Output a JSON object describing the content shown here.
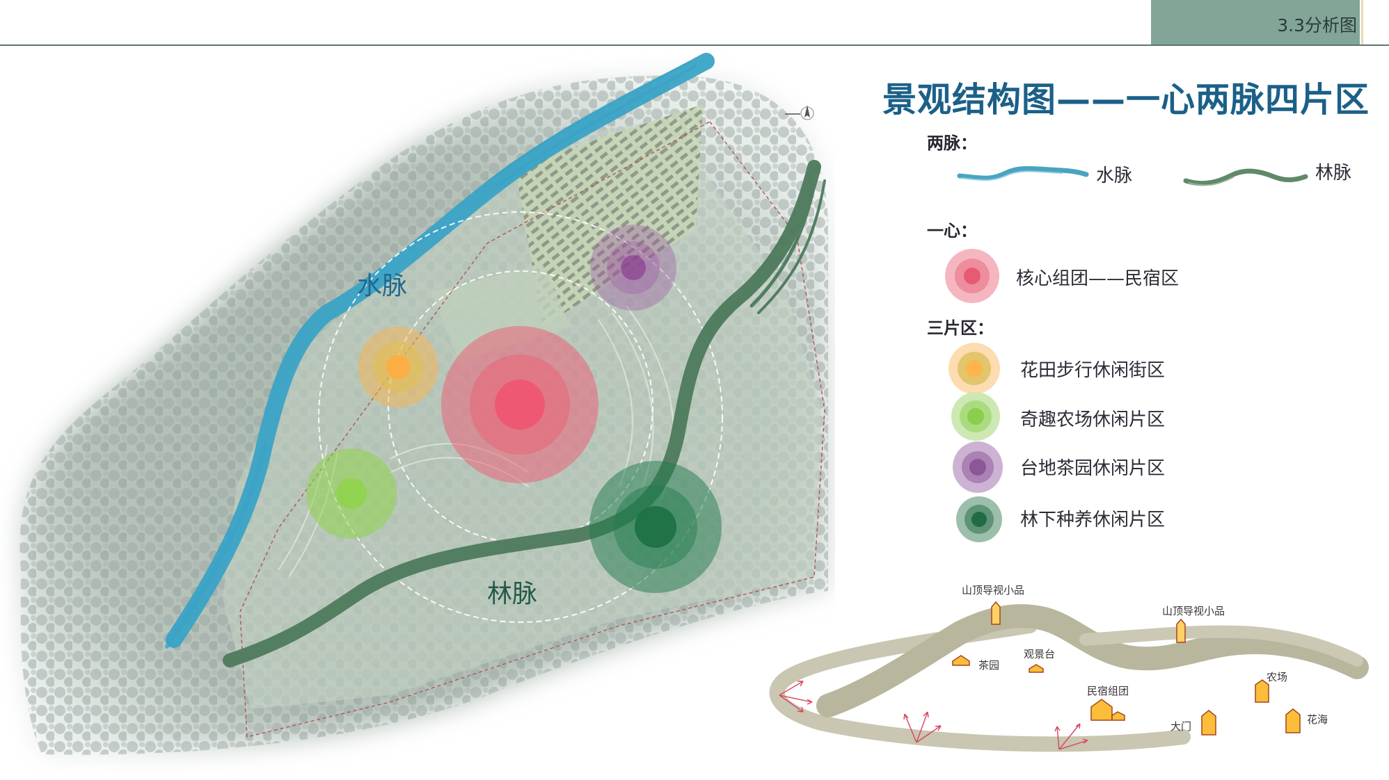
{
  "header": {
    "title": "3.3分析图",
    "tab_color": "#82a597",
    "line_color": "#5f7470"
  },
  "map": {
    "labels": {
      "water_vein": "水脉",
      "forest_vein": "林脉"
    },
    "colors": {
      "water": "#3aa3c6",
      "forest": "#4d7a5c",
      "core": "#f05a72",
      "flower": "#ffb443",
      "farm": "#8fd44a",
      "tea": "#9a4fa0",
      "forest_zone": "#1f7a4c",
      "boundary": "#b05a5a"
    },
    "compass": "north-arrow"
  },
  "legend": {
    "title": "景观结构图——一心两脉四片区",
    "title_color": "#1b6088",
    "two_veins": {
      "heading": "两脉：",
      "items": [
        {
          "label": "水脉",
          "color": "#4aa3c0"
        },
        {
          "label": "林脉",
          "color": "#5f8a68"
        }
      ]
    },
    "one_core": {
      "heading": "一心：",
      "items": [
        {
          "label": "核心组团——民宿区",
          "colors": [
            "#f5b6bf",
            "#ee8d9d",
            "#e85a72"
          ]
        }
      ]
    },
    "three_zones": {
      "heading": "三片区：",
      "items": [
        {
          "label": "花田步行休闲街区",
          "colors": [
            "#fcdcb0",
            "#e2c56c",
            "#fdb44a"
          ]
        },
        {
          "label": "奇趣农场休闲片区",
          "colors": [
            "#cde8b3",
            "#a9dc7f",
            "#8ccd4d"
          ]
        },
        {
          "label": "台地茶园休闲片区",
          "colors": [
            "#cdb3d3",
            "#ab82b5",
            "#8c5796"
          ]
        },
        {
          "label": "林下种养休闲片区",
          "colors": [
            "#9cbfab",
            "#5e9377",
            "#216b45"
          ]
        }
      ]
    }
  },
  "sketch": {
    "labels": {
      "summit_sign_1": "山顶导视小品",
      "summit_sign_2": "山顶导视小品",
      "tea_garden": "茶园",
      "viewing_platform": "观景台",
      "homestay_cluster": "民宿组团",
      "farm": "农场",
      "main_gate": "大门",
      "flower_sea": "花海"
    },
    "colors": {
      "brush": "#bdb9a2",
      "marker_fill": "#fbbd3a",
      "marker_stroke": "#a2471c",
      "arrow": "#d8445e"
    }
  }
}
